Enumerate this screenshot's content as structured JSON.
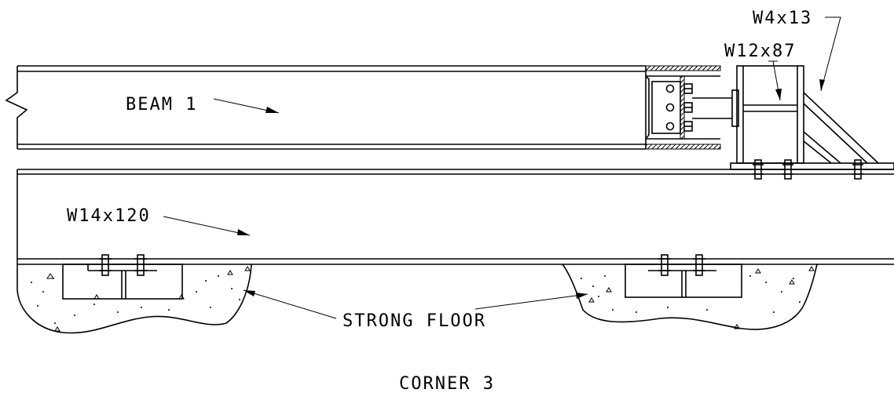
{
  "labels": {
    "beam": "BEAM 1",
    "column_large": "W12x87",
    "brace": "W4x13",
    "floor_beam": "W14x120",
    "floor": "STRONG FLOOR",
    "caption": "CORNER 3"
  }
}
